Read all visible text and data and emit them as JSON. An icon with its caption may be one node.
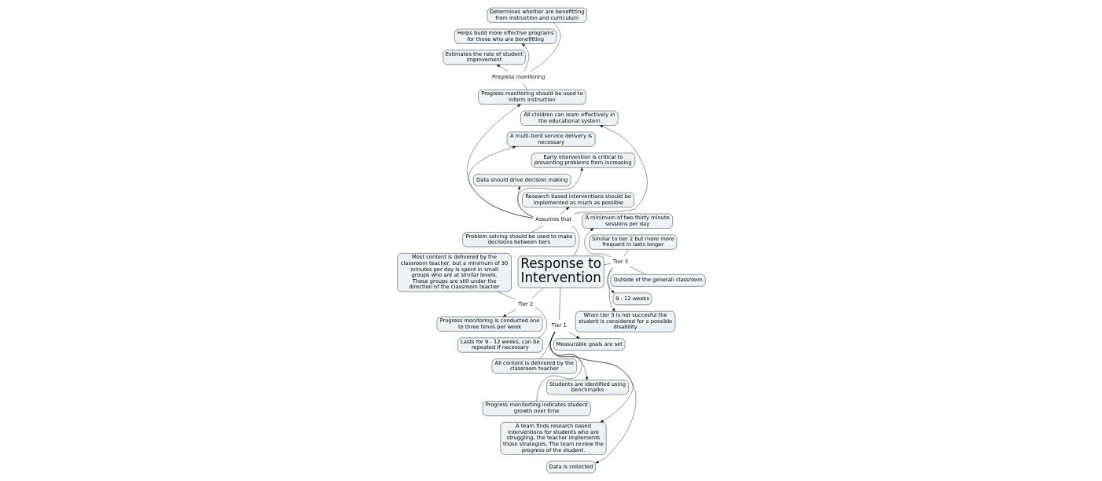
{
  "diagram": {
    "nodes": [
      {
        "text": [
          "Response to Intervention"
        ]
      },
      {
        "text": [
          "Progress monitoring"
        ]
      },
      {
        "text": [
          "Estimates the rate of student improvement"
        ]
      },
      {
        "text": [
          "Helps build more effective programs for those who are benefitting"
        ]
      },
      {
        "text": [
          "Determines whether are benefitting from instruction and curriculum"
        ]
      },
      {
        "text": [
          "Assumes that"
        ]
      },
      {
        "text": [
          "Data should drive decision making"
        ]
      },
      {
        "text": [
          "A multi-tierd service delivery is necessary"
        ]
      },
      {
        "text": [
          "Early intervention is critical to preventing problems from increasing"
        ]
      },
      {
        "text": [
          "All children can learn effectively in the educational system"
        ]
      },
      {
        "text": [
          "Progress monitoring should be used to inform instruction"
        ]
      },
      {
        "text": [
          "Research based interventions should be implemented as much as possible"
        ]
      },
      {
        "text": [
          "Problem solving should be used to make decisions between tiers"
        ]
      },
      {
        "text": [
          "Tier 1"
        ]
      },
      {
        "text": [
          "A team finds research based interventions for students who are struggling, the teacher implements those strategies, The team review the progress of the student."
        ]
      },
      {
        "text": [
          "Students are identified using benchmarks"
        ]
      },
      {
        "text": [
          "Measurable goals are set"
        ]
      },
      {
        "text": [
          "Progress monitorting indicates student growth over time"
        ]
      },
      {
        "text": [
          "Data is collected"
        ]
      },
      {
        "text": [
          "All content is delivered by the classroom teacher"
        ]
      },
      {
        "text": [
          "Tier 2"
        ]
      },
      {
        "text": [
          "Progress monitoring is conducted one to three times per week"
        ]
      },
      {
        "text": [
          "Lasts for 9 - 12 weeks, can be repeated if necessary"
        ]
      },
      {
        "text": [
          "Most content is delivered by the classroom teacher, but a minimum of 30 minutes per day is spent in small groups who are at similar levels.  These groups are still under the direction of the classroom teacher"
        ]
      },
      {
        "text": [
          "Tier 3"
        ]
      },
      {
        "text": [
          "When tier 3 is not succesful the student is considered for a possible disability"
        ]
      },
      {
        "text": [
          "A minimum of two thirty minute sessions per day"
        ]
      },
      {
        "text": [
          "9 - 12 weeks"
        ]
      },
      {
        "text": [
          "Similar to tier 2 but more more frequent in lasts longer"
        ]
      },
      {
        "text": [
          "Outside of the generall classroom"
        ]
      }
    ],
    "edges": [
      {
        "from": 10,
        "to": 1,
        "arrow": "none"
      },
      {
        "from": 1,
        "to": 2,
        "arrow": "to"
      },
      {
        "from": 1,
        "to": 3,
        "arrow": "to"
      },
      {
        "from": 1,
        "to": 4,
        "arrow": "none"
      },
      {
        "from": 0,
        "to": 5,
        "arrow": "none"
      },
      {
        "from": 5,
        "to": 6,
        "arrow": "to"
      },
      {
        "from": 5,
        "to": 7,
        "arrow": "to"
      },
      {
        "from": 5,
        "to": 8,
        "arrow": "to"
      },
      {
        "from": 5,
        "to": 9,
        "arrow": "to"
      },
      {
        "from": 5,
        "to": 10,
        "arrow": "to"
      },
      {
        "from": 5,
        "to": 11,
        "arrow": "to"
      },
      {
        "from": 5,
        "to": 12,
        "arrow": "none"
      },
      {
        "from": 0,
        "to": 13,
        "arrow": "none"
      },
      {
        "from": 13,
        "to": 14,
        "arrow": "to"
      },
      {
        "from": 13,
        "to": 15,
        "arrow": "to"
      },
      {
        "from": 13,
        "to": 16,
        "arrow": "to"
      },
      {
        "from": 13,
        "to": 17,
        "arrow": "none"
      },
      {
        "from": 13,
        "to": 18,
        "arrow": "to"
      },
      {
        "from": 13,
        "to": 19,
        "arrow": "none"
      },
      {
        "from": 0,
        "to": 20,
        "arrow": "none"
      },
      {
        "from": 20,
        "to": 21,
        "arrow": "to"
      },
      {
        "from": 20,
        "to": 22,
        "arrow": "none"
      },
      {
        "from": 20,
        "to": 23,
        "arrow": "none"
      },
      {
        "from": 0,
        "to": 24,
        "arrow": "none"
      },
      {
        "from": 24,
        "to": 25,
        "arrow": "to"
      },
      {
        "from": 24,
        "to": 26,
        "arrow": "to"
      },
      {
        "from": 24,
        "to": 27,
        "arrow": "to"
      },
      {
        "from": 24,
        "to": 28,
        "arrow": "none"
      },
      {
        "from": 24,
        "to": 29,
        "arrow": "none"
      }
    ]
  }
}
